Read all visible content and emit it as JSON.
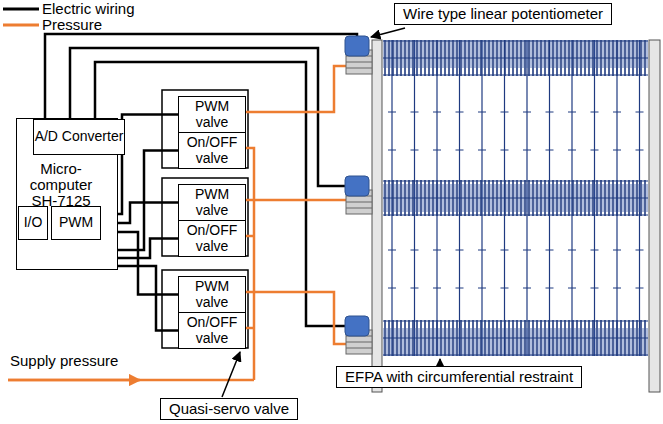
{
  "diagram": {
    "nodes": [
      {
        "text": [
          "Wire type linear potentiometer"
        ]
      },
      {
        "text": [
          "Micro-computer SH-7125"
        ]
      },
      {
        "text": [
          "A/D Converter"
        ],
        "in": 1
      },
      {
        "text": [
          "I/O"
        ],
        "in": 1
      },
      {
        "text": [
          "PWM"
        ],
        "in": 1
      },
      {
        "text": [
          "PWM valve"
        ]
      },
      {
        "text": [
          "On/OFF valve"
        ]
      },
      {
        "text": [
          "PWM valve"
        ]
      },
      {
        "text": [
          "On/OFF valve"
        ]
      },
      {
        "text": [
          "PWM valve"
        ]
      },
      {
        "text": [
          "On/OFF valve"
        ]
      },
      {
        "text": [
          "EFPA with circumferential restraint"
        ]
      },
      {
        "text": [
          "Quasi-servo valve"
        ]
      }
    ],
    "edges": [
      {
        "from": 4,
        "to": 5,
        "arrow": "none"
      },
      {
        "from": 4,
        "to": 7,
        "arrow": "none"
      },
      {
        "from": 4,
        "to": 9,
        "arrow": "none"
      },
      {
        "from": 3,
        "to": 6,
        "arrow": "none"
      },
      {
        "from": 3,
        "to": 8,
        "arrow": "none"
      },
      {
        "from": 3,
        "to": 10,
        "arrow": "none"
      },
      {
        "from": 6,
        "to": 5,
        "arrow": "none"
      },
      {
        "from": 8,
        "to": 7,
        "arrow": "none"
      },
      {
        "from": 10,
        "to": 9,
        "arrow": "none"
      }
    ],
    "labels": [
      "Supply pressure"
    ],
    "legend": [
      {
        "text": "Electric wiring"
      },
      {
        "text": "Pressure"
      }
    ]
  }
}
